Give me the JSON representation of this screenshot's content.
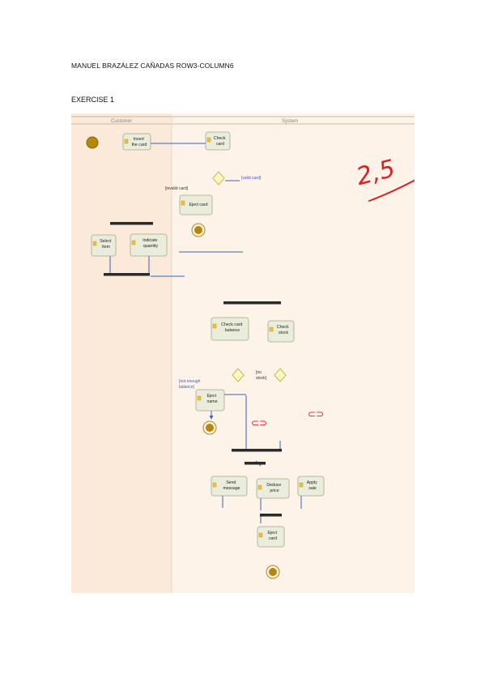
{
  "header": {
    "author_line": "MANUEL BRAZÁLEZ CAÑADAS ROW3-COLUMN6"
  },
  "exercise": {
    "title": "EXERCISE 1"
  },
  "diagram": {
    "lanes": {
      "customer": "Customer",
      "system": "System"
    },
    "actions": {
      "insert_card": [
        "Insert",
        "the card"
      ],
      "check_card": [
        "Check",
        "card"
      ],
      "eject_card_1": [
        "Eject card"
      ],
      "select_item": [
        "Select",
        "item"
      ],
      "indicate_quantity": [
        "Indicate",
        "quantity"
      ],
      "check_card_balance": [
        "Check card",
        "balance"
      ],
      "check_stock": [
        "Check",
        "stock"
      ],
      "eject_name": [
        "Eject",
        "name"
      ],
      "send_message": [
        "Send",
        "message"
      ],
      "deduce_price": [
        "Deduce",
        "price"
      ],
      "apply_sale": [
        "Apply",
        "sale"
      ],
      "eject_card_2": [
        "Eject",
        "card"
      ]
    },
    "guards": {
      "valid_card": "[valid card]",
      "invalid_card": "[invalid card]",
      "not_enough_balance": [
        "[not enough",
        "balance]"
      ],
      "no_stock": [
        "[no",
        "stock]"
      ]
    },
    "annotations": {
      "grade": "2,5",
      "mark_1": "⊂⊃",
      "mark_2": "⊂⊃"
    },
    "colors": {
      "lane_customer": "#fbe9d9",
      "lane_system": "#fdf3e9",
      "action_fill": "#eaeddc",
      "action_border": "#a2a88c",
      "flow_line": "#3a5fc8",
      "initial_node": "#b8860b",
      "decision_fill": "#fff8c4",
      "decision_border": "#c9a227",
      "fork_bar": "#2a2a2a",
      "handwriting": "#e02020"
    }
  }
}
